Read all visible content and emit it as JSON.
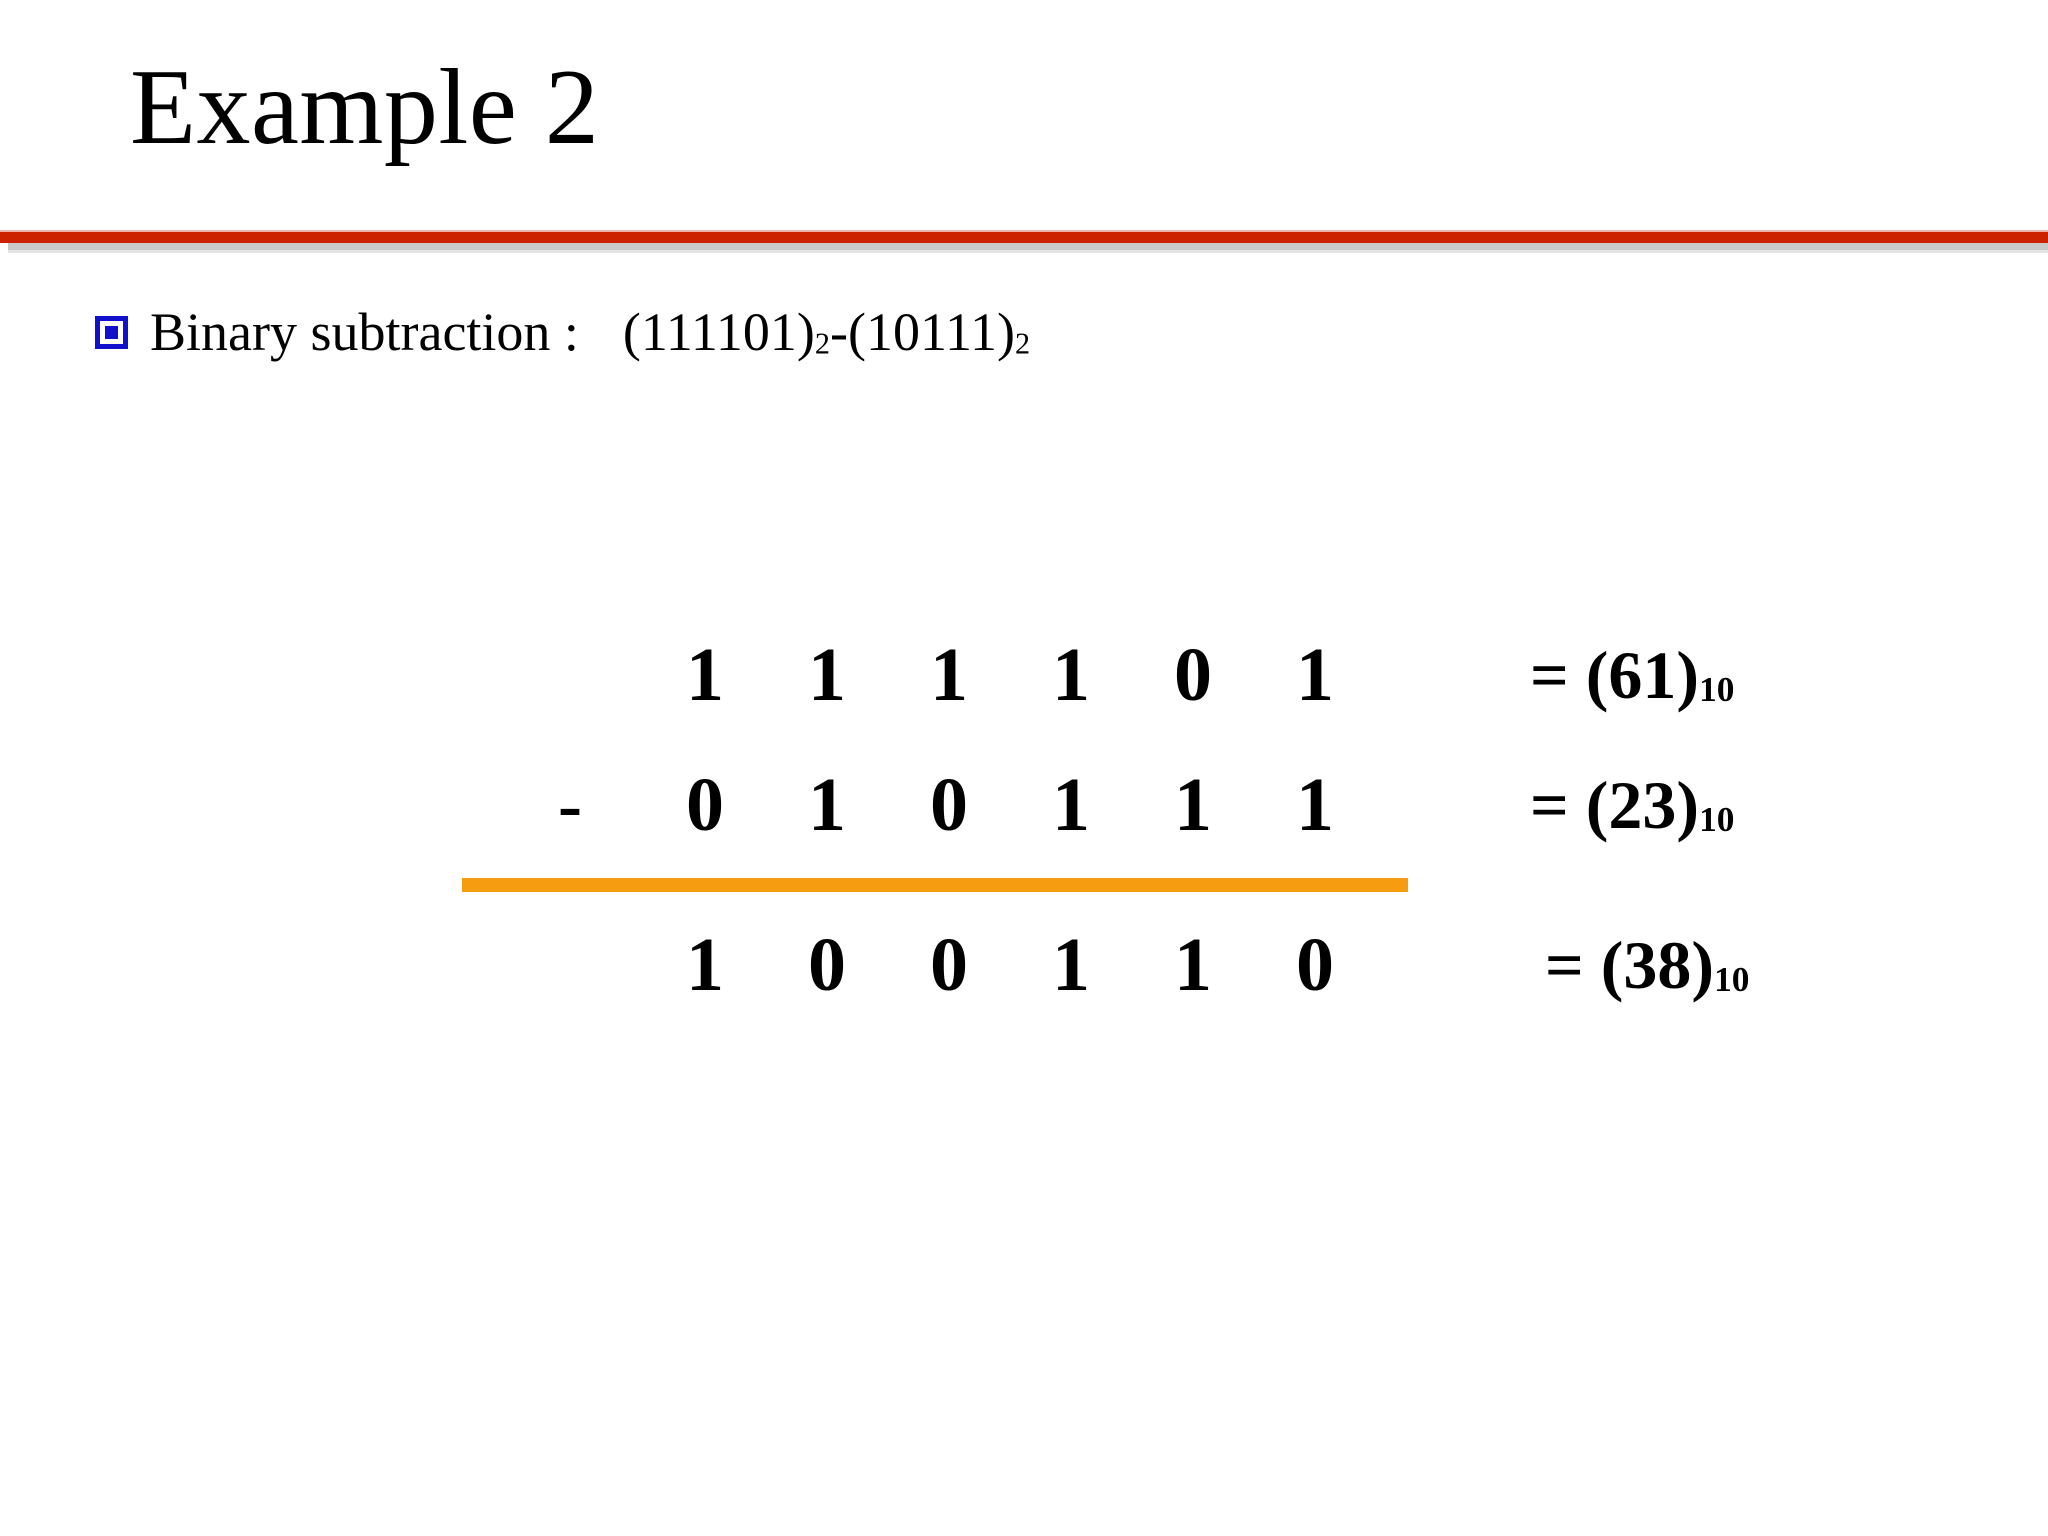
{
  "slide": {
    "title": "Example 2",
    "accent_red": "#CC2200",
    "accent_orange": "#F59C10",
    "bullet_color": "#1111CC",
    "background": "#FFFFFF"
  },
  "bullet": {
    "marker": "square-bullet",
    "label": "Binary subtraction :",
    "expression_minuend": "(111101)",
    "expression_minuend_base": "2",
    "expression_operator": "-",
    "expression_subtrahend": "(10111)",
    "expression_subtrahend_base": "2"
  },
  "calculation": {
    "operator": "-",
    "rows": [
      {
        "name": "minuend",
        "sign": "",
        "digits": [
          "1",
          "1",
          "1",
          "1",
          "0",
          "1"
        ],
        "annotation_eq": "=",
        "annotation_open": "(",
        "annotation_value": "61",
        "annotation_close": ")",
        "annotation_base": "10",
        "annotation_full": "= (61)10"
      },
      {
        "name": "subtrahend",
        "sign": "-",
        "digits": [
          "0",
          "1",
          "0",
          "1",
          "1",
          "1"
        ],
        "annotation_eq": "=",
        "annotation_open": "(",
        "annotation_value": "23",
        "annotation_close": ")",
        "annotation_base": "10",
        "annotation_full": "= (23)10"
      },
      {
        "name": "difference",
        "sign": "",
        "digits": [
          "1",
          "0",
          "0",
          "1",
          "1",
          "0"
        ],
        "annotation_eq": "=",
        "annotation_open": "(",
        "annotation_value": "38",
        "annotation_close": ")",
        "annotation_base": "10",
        "annotation_full": "= (38)10"
      }
    ]
  }
}
